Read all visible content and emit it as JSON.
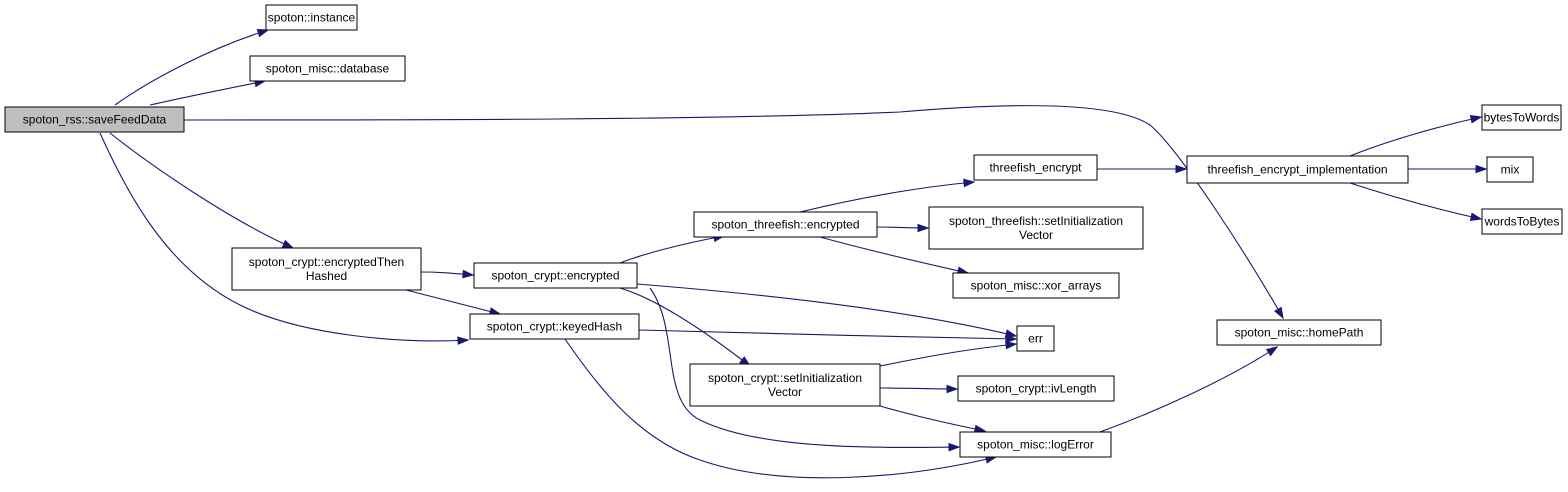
{
  "graph": {
    "colors": {
      "edge": "#191970",
      "root_fill": "#bfbfbf",
      "node_fill": "#ffffff",
      "node_border": "#000000"
    },
    "nodes": [
      {
        "id": "saveFeedData",
        "lines": [
          "spoton_rss::saveFeedData"
        ],
        "highlighted": true
      },
      {
        "id": "instance",
        "lines": [
          "spoton::instance"
        ]
      },
      {
        "id": "database",
        "lines": [
          "spoton_misc::database"
        ]
      },
      {
        "id": "encryptedThenHashed",
        "lines": [
          "spoton_crypt::encryptedThen",
          "Hashed"
        ]
      },
      {
        "id": "crypt_encrypted",
        "lines": [
          "spoton_crypt::encrypted"
        ]
      },
      {
        "id": "keyedHash",
        "lines": [
          "spoton_crypt::keyedHash"
        ]
      },
      {
        "id": "threefish_encrypted",
        "lines": [
          "spoton_threefish::encrypted"
        ]
      },
      {
        "id": "crypt_setIV",
        "lines": [
          "spoton_crypt::setInitialization",
          "Vector"
        ]
      },
      {
        "id": "threefish_encrypt",
        "lines": [
          "threefish_encrypt"
        ]
      },
      {
        "id": "threefish_setIV",
        "lines": [
          "spoton_threefish::setInitialization",
          "Vector"
        ]
      },
      {
        "id": "xor_arrays",
        "lines": [
          "spoton_misc::xor_arrays"
        ]
      },
      {
        "id": "err",
        "lines": [
          "err"
        ]
      },
      {
        "id": "ivLength",
        "lines": [
          "spoton_crypt::ivLength"
        ]
      },
      {
        "id": "logError",
        "lines": [
          "spoton_misc::logError"
        ]
      },
      {
        "id": "tf_impl",
        "lines": [
          "threefish_encrypt_implementation"
        ]
      },
      {
        "id": "homePath",
        "lines": [
          "spoton_misc::homePath"
        ]
      },
      {
        "id": "bytesToWords",
        "lines": [
          "bytesToWords"
        ]
      },
      {
        "id": "mix",
        "lines": [
          "mix"
        ]
      },
      {
        "id": "wordsToBytes",
        "lines": [
          "wordsToBytes"
        ]
      }
    ],
    "edges": [
      {
        "from": "saveFeedData",
        "to": "instance"
      },
      {
        "from": "saveFeedData",
        "to": "database"
      },
      {
        "from": "saveFeedData",
        "to": "homePath"
      },
      {
        "from": "saveFeedData",
        "to": "encryptedThenHashed"
      },
      {
        "from": "saveFeedData",
        "to": "keyedHash"
      },
      {
        "from": "encryptedThenHashed",
        "to": "crypt_encrypted"
      },
      {
        "from": "encryptedThenHashed",
        "to": "keyedHash"
      },
      {
        "from": "crypt_encrypted",
        "to": "threefish_encrypted"
      },
      {
        "from": "crypt_encrypted",
        "to": "err"
      },
      {
        "from": "crypt_encrypted",
        "to": "crypt_setIV"
      },
      {
        "from": "crypt_encrypted",
        "to": "logError"
      },
      {
        "from": "keyedHash",
        "to": "err"
      },
      {
        "from": "keyedHash",
        "to": "logError"
      },
      {
        "from": "threefish_encrypted",
        "to": "threefish_encrypt"
      },
      {
        "from": "threefish_encrypted",
        "to": "threefish_setIV"
      },
      {
        "from": "threefish_encrypted",
        "to": "xor_arrays"
      },
      {
        "from": "crypt_setIV",
        "to": "err"
      },
      {
        "from": "crypt_setIV",
        "to": "ivLength"
      },
      {
        "from": "crypt_setIV",
        "to": "logError"
      },
      {
        "from": "threefish_encrypt",
        "to": "tf_impl"
      },
      {
        "from": "logError",
        "to": "homePath"
      },
      {
        "from": "tf_impl",
        "to": "bytesToWords"
      },
      {
        "from": "tf_impl",
        "to": "mix"
      },
      {
        "from": "tf_impl",
        "to": "wordsToBytes"
      }
    ]
  }
}
